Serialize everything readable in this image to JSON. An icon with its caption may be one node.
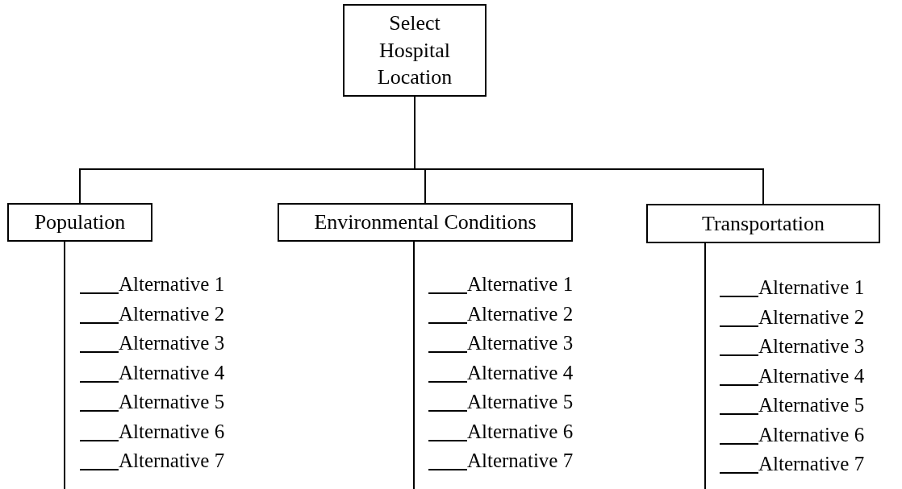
{
  "diagram": {
    "nodes": [
      {
        "text": [
          "Select Hospital Location"
        ]
      },
      {
        "text": [
          "Population"
        ]
      },
      {
        "text": [
          "Environmental Conditions"
        ]
      },
      {
        "text": [
          "Transportation"
        ]
      }
    ],
    "edges": [
      {
        "from": 0,
        "to": 1,
        "arrow": "none"
      },
      {
        "from": 0,
        "to": 2,
        "arrow": "none"
      },
      {
        "from": 0,
        "to": 3,
        "arrow": "none"
      },
      {
        "from": 1,
        "to": null,
        "arrow": "none"
      },
      {
        "from": 2,
        "to": null,
        "arrow": "none"
      },
      {
        "from": 3,
        "to": null,
        "arrow": "none"
      }
    ],
    "labels": [
      "Alternative 1",
      "Alternative 2",
      "Alternative 3",
      "Alternative 4",
      "Alternative 5",
      "Alternative 6",
      "Alternative 7",
      "Alternative 1",
      "Alternative 2",
      "Alternative 3",
      "Alternative 4",
      "Alternative 5",
      "Alternative 6",
      "Alternative 7",
      "Alternative 1",
      "Alternative 2",
      "Alternative 3",
      "Alternative 4",
      "Alternative 5",
      "Alternative 6",
      "Alternative 7"
    ]
  }
}
